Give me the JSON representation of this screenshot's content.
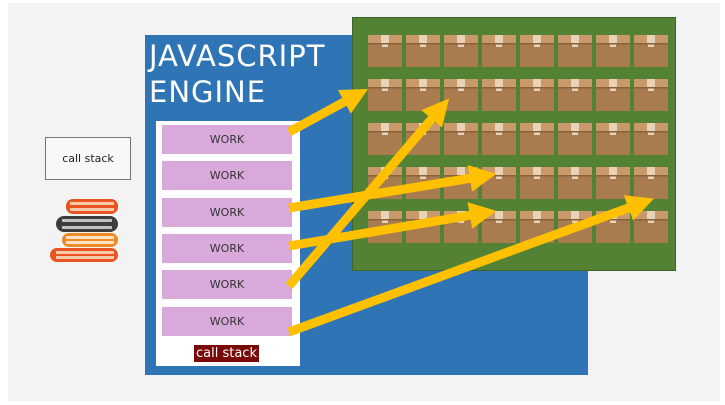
{
  "side_label": "call stack",
  "engine": {
    "title_line1": "JAVASCRIPT",
    "title_line2": "ENGINE",
    "work_items": [
      "WORK",
      "WORK",
      "WORK",
      "WORK",
      "WORK",
      "WORK"
    ],
    "footer_label": "call stack"
  },
  "colors": {
    "engine_bg": "#2f75b6",
    "work_item": "#d9a9dc",
    "grid_bg": "#548235",
    "arrow": "#ffc000",
    "footer_bg": "#7a0a0a"
  },
  "icons": {
    "books": "books-stack-icon",
    "box": "cardboard-box-icon"
  },
  "grid": {
    "rows": 5,
    "cols": 8
  }
}
